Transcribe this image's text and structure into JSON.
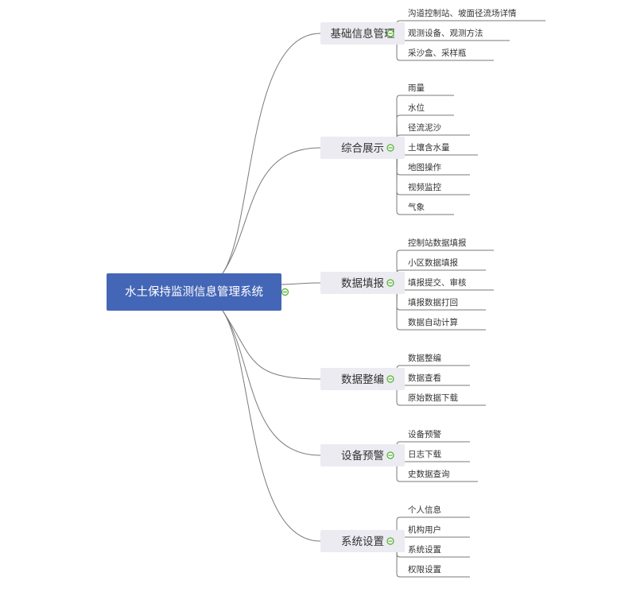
{
  "root": {
    "label": "水土保持监测信息管理系统"
  },
  "colors": {
    "root_fill": "#4466b6",
    "branch_fill": "#ebebf1",
    "connector": "#7a7a7a",
    "toggle": "#4cae2c"
  },
  "branches": [
    {
      "label": "基础信息管理",
      "children": [
        "沟道控制站、坡面径流场详情",
        "观测设备、观测方法",
        "采沙盒、采样瓶"
      ]
    },
    {
      "label": "综合展示",
      "children": [
        "雨量",
        "水位",
        "径流泥沙",
        "土壤含水量",
        "地图操作",
        "视频监控",
        "气象"
      ]
    },
    {
      "label": "数据填报",
      "children": [
        "控制站数据填报",
        "小区数据填报",
        "填报提交、审核",
        "填报数据打回",
        "数据自动计算"
      ]
    },
    {
      "label": "数据整编",
      "children": [
        "数据整编",
        "数据查看",
        "原始数据下载"
      ]
    },
    {
      "label": "设备预警",
      "children": [
        "设备预警",
        "日志下载",
        "史数据查询"
      ]
    },
    {
      "label": "系统设置",
      "children": [
        "个人信息",
        "机构用户",
        "系统设置",
        "权限设置"
      ]
    }
  ]
}
